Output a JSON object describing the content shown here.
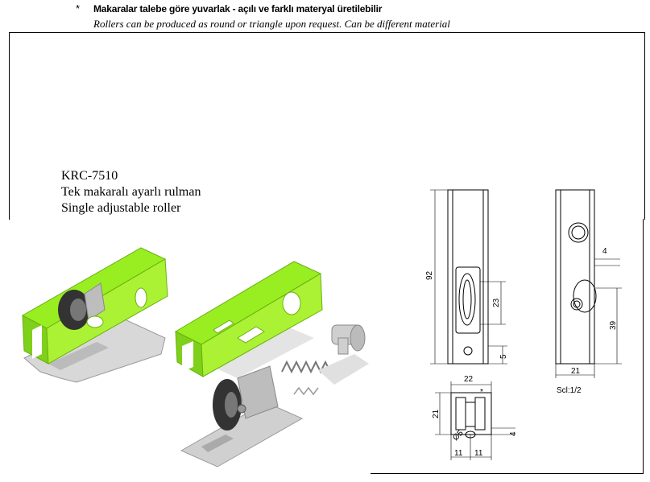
{
  "note": {
    "bullet": "*",
    "turkish": "Makaralar talebe göre yuvarlak - açılı ve farklı materyal üretilebilir",
    "english": "Rollers can be produced as round or triangle upon request. Can be different material"
  },
  "product": {
    "code": "KRC-7510",
    "name_tr": "Tek makaralı ayarlı rulman",
    "name_en": "Single adjustable roller"
  },
  "drawing": {
    "dim_height": "92",
    "dim_roller": "23",
    "dim_bottom": "5",
    "dim_right_offset": "4",
    "dim_right_height": "39",
    "dim_width_side": "21",
    "dim_width_plan": "22",
    "dim_plan_height": "21",
    "dim_plan_offset": "4",
    "dim_left_half": "11",
    "dim_right_half": "11",
    "dim_hole": "Ø5",
    "star_mark": "*",
    "scale": "Scl:1/2"
  },
  "colors": {
    "accent_green": "#99ee22",
    "metal_grey": "#9a9a9a",
    "roller_dark": "#333333"
  }
}
